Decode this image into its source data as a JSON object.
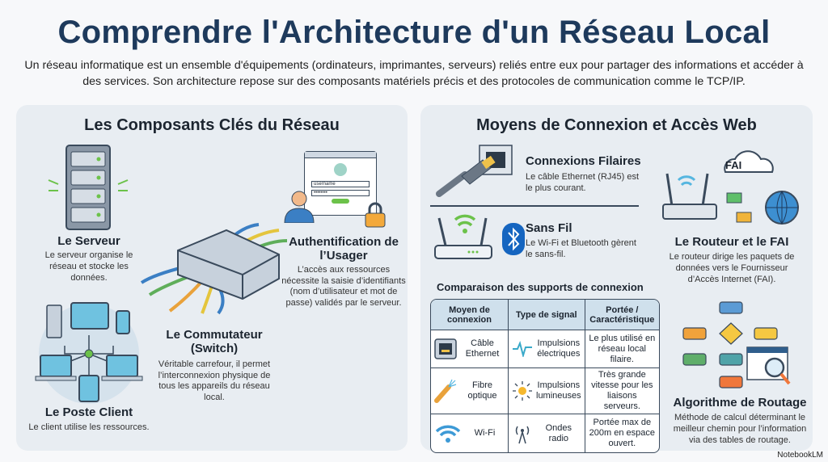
{
  "title": "Comprendre l'Architecture d'un Réseau Local",
  "intro": "Un réseau informatique est un ensemble d'équipements (ordinateurs, imprimantes, serveurs) reliés entre eux pour partager des informations et accéder à des services. Son architecture repose sur des composants matériels précis et des protocoles de communication comme le TCP/IP.",
  "left": {
    "title": "Les Composants Clés du Réseau",
    "server": {
      "title": "Le Serveur",
      "text": "Le serveur organise le réseau et stocke les données."
    },
    "auth": {
      "title": "Authentification de l’Usager",
      "text": "L’accès aux ressources nécessite la saisie d’identifiants (nom d’utilisateur et mot de passe) validés par le serveur.",
      "username": "username",
      "password": "••••••••"
    },
    "switch": {
      "title": "Le Commutateur (Switch)",
      "text": "Véritable carrefour, il permet l’interconnexion physique de tous les appareils du réseau local."
    },
    "client": {
      "title": "Le Poste Client",
      "text": "Le client utilise les ressources."
    }
  },
  "right": {
    "title": "Moyens de Connexion et Accès Web",
    "wired": {
      "title": "Connexions Filaires",
      "text": "Le câble Ethernet (RJ45) est le plus courant."
    },
    "wireless": {
      "title": "Sans Fil",
      "text": "Le Wi-Fi et Bluetooth gèrent le sans-fil."
    },
    "router": {
      "title": "Le Routeur et le FAI",
      "text": "Le routeur dirige les paquets de données vers le Fournisseur d’Accès Internet (FAI).",
      "cloud": "FAI"
    },
    "algo": {
      "title": "Algorithme de Routage",
      "text": "Méthode de calcul déterminant le meilleur chemin pour l’information via des tables de routage."
    },
    "table": {
      "title": "Comparaison des supports de connexion",
      "headers": [
        "Moyen de connexion",
        "Type de signal",
        "Portée / Caractéristique"
      ],
      "rows": [
        {
          "medium": "Câble Ethernet",
          "signal": "Impulsions électriques",
          "range": "Le plus utilisé en réseau local filaire."
        },
        {
          "medium": "Fibre optique",
          "signal": "Impulsions lumineuses",
          "range": "Très grande vitesse pour les liaisons serveurs."
        },
        {
          "medium": "Wi-Fi",
          "signal": "Ondes radio",
          "range": "Portée max de 200m en espace ouvert."
        }
      ]
    }
  },
  "footer": "NotebookLM"
}
